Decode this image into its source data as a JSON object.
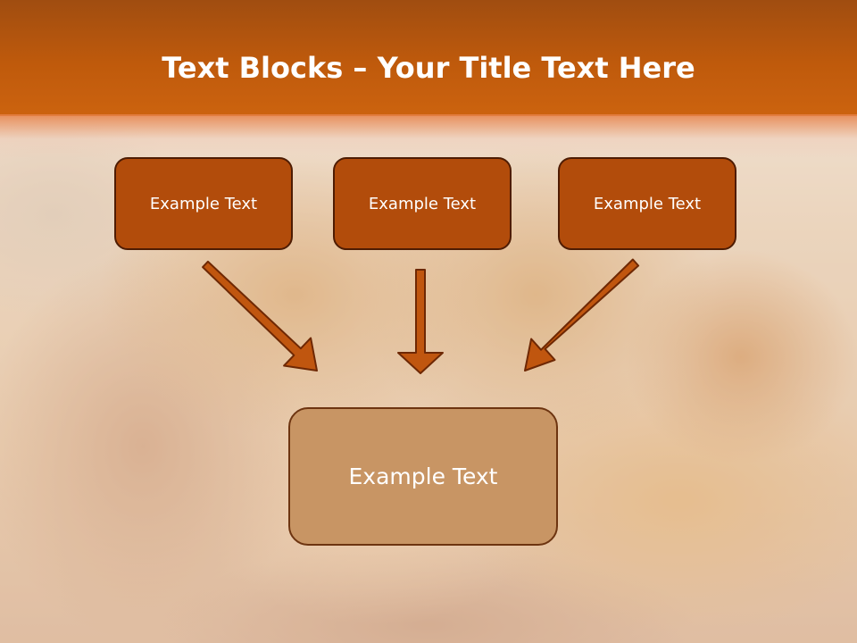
{
  "slide": {
    "title_bold": "Text Blocks",
    "title_dash": " – ",
    "title_rest": "Your Title Text Here"
  },
  "blocks": {
    "top": [
      {
        "label": "Example Text"
      },
      {
        "label": "Example Text"
      },
      {
        "label": "Example Text"
      }
    ],
    "bottom": {
      "label": "Example Text"
    }
  },
  "colors": {
    "header": "#bf5a0c",
    "small_box_fill": "#b24c0b",
    "small_box_border": "#4e1c03",
    "big_box_fill": "#c89564",
    "arrow_fill": "#c0560f",
    "arrow_stroke": "#6e2804"
  },
  "icons": {
    "arrows": [
      "arrow-down-right-icon",
      "arrow-down-icon",
      "arrow-down-left-icon"
    ]
  }
}
